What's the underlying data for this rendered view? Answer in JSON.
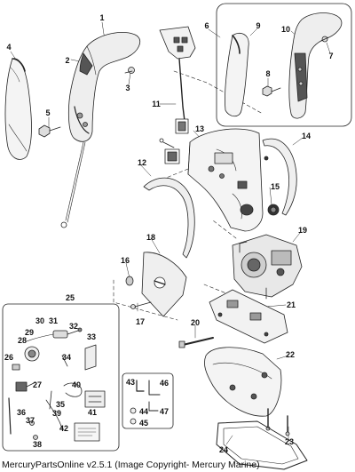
{
  "footer_text": "MercuryPartsOnline v2.5.1 (Image Copyright- Mercury Marine)",
  "callouts": [
    "1",
    "2",
    "3",
    "4",
    "5",
    "6",
    "7",
    "8",
    "9",
    "10",
    "11",
    "12",
    "13",
    "14",
    "15",
    "16",
    "17",
    "18",
    "19",
    "20",
    "21",
    "22",
    "23",
    "24",
    "25",
    "26",
    "27",
    "28",
    "29",
    "30",
    "31",
    "32",
    "33",
    "34",
    "35",
    "36",
    "37",
    "38",
    "39",
    "40",
    "41",
    "42",
    "43",
    "44",
    "45",
    "46",
    "47"
  ],
  "colors": {
    "line": "#222222",
    "part_fill": "#efefef",
    "part_dark": "#444444",
    "accent": "#cfcfcf"
  }
}
